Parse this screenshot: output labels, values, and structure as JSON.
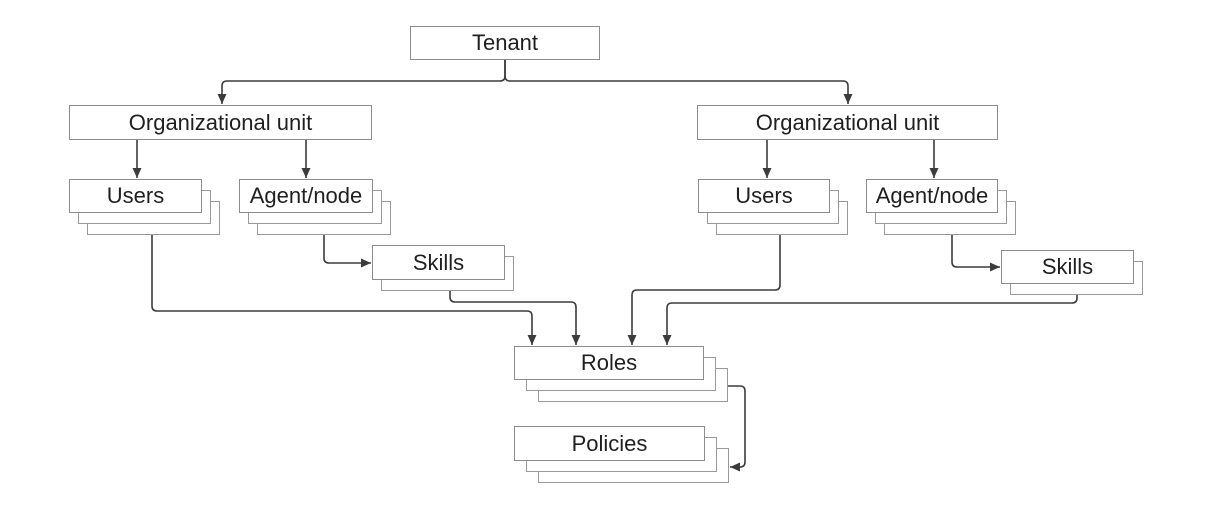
{
  "diagram": {
    "type": "hierarchy",
    "background": "#ffffff",
    "colors": {
      "box_border": "#8c8c8c",
      "stack_layer_border": "#9a9a9a",
      "box_fill": "#ffffff",
      "connector": "#3c3c3c",
      "text": "#1f1f1f"
    },
    "nodes": {
      "tenant": {
        "label": "Tenant",
        "stack_count": 1
      },
      "left_org_unit": {
        "label": "Organizational unit",
        "stack_count": 1
      },
      "left_users": {
        "label": "Users",
        "stack_count": 3
      },
      "left_agent_node": {
        "label": "Agent/node",
        "stack_count": 3
      },
      "left_skills": {
        "label": "Skills",
        "stack_count": 2
      },
      "right_org_unit": {
        "label": "Organizational unit",
        "stack_count": 1
      },
      "right_users": {
        "label": "Users",
        "stack_count": 3
      },
      "right_agent_node": {
        "label": "Agent/node",
        "stack_count": 3
      },
      "right_skills": {
        "label": "Skills",
        "stack_count": 2
      },
      "roles": {
        "label": "Roles",
        "stack_count": 3
      },
      "policies": {
        "label": "Policies",
        "stack_count": 3
      }
    },
    "edges": [
      {
        "from": "tenant",
        "to": "left_org_unit"
      },
      {
        "from": "tenant",
        "to": "right_org_unit"
      },
      {
        "from": "left_org_unit",
        "to": "left_users"
      },
      {
        "from": "left_org_unit",
        "to": "left_agent_node"
      },
      {
        "from": "left_agent_node",
        "to": "left_skills"
      },
      {
        "from": "right_org_unit",
        "to": "right_users"
      },
      {
        "from": "right_org_unit",
        "to": "right_agent_node"
      },
      {
        "from": "right_agent_node",
        "to": "right_skills"
      },
      {
        "from": "left_users",
        "to": "roles"
      },
      {
        "from": "left_skills",
        "to": "roles"
      },
      {
        "from": "right_users",
        "to": "roles"
      },
      {
        "from": "right_skills",
        "to": "roles"
      },
      {
        "from": "roles",
        "to": "policies"
      }
    ]
  }
}
